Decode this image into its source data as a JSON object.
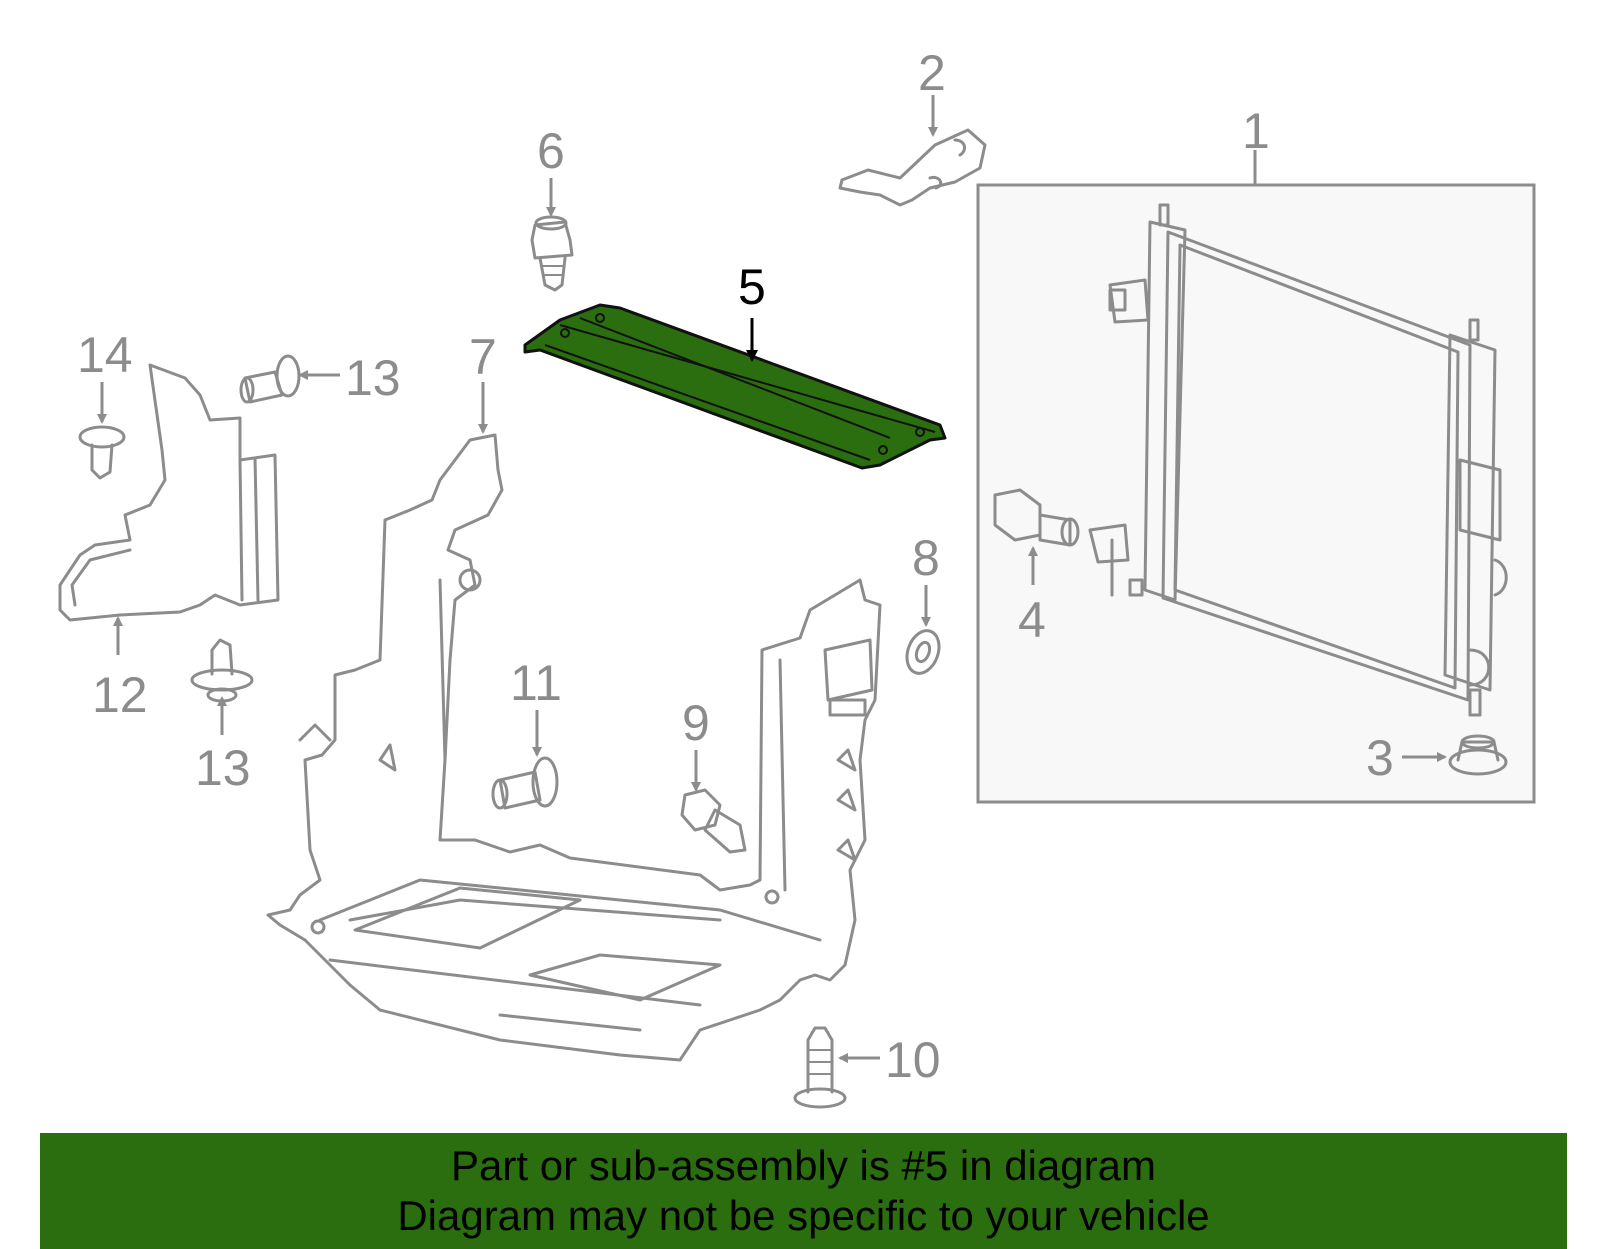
{
  "colors": {
    "highlight": "#2a6e0f",
    "outline": "#8c8c8c",
    "banner": "#2a6e0f"
  },
  "callouts": {
    "c1": "1",
    "c2": "2",
    "c3": "3",
    "c4": "4",
    "c5": "5",
    "c6": "6",
    "c7": "7",
    "c8": "8",
    "c9": "9",
    "c10": "10",
    "c11": "11",
    "c12": "12",
    "c13a": "13",
    "c13b": "13",
    "c14": "14"
  },
  "banner": {
    "line1": "Part or sub-assembly is #5 in diagram",
    "line2": "Diagram may not be specific to your vehicle"
  }
}
